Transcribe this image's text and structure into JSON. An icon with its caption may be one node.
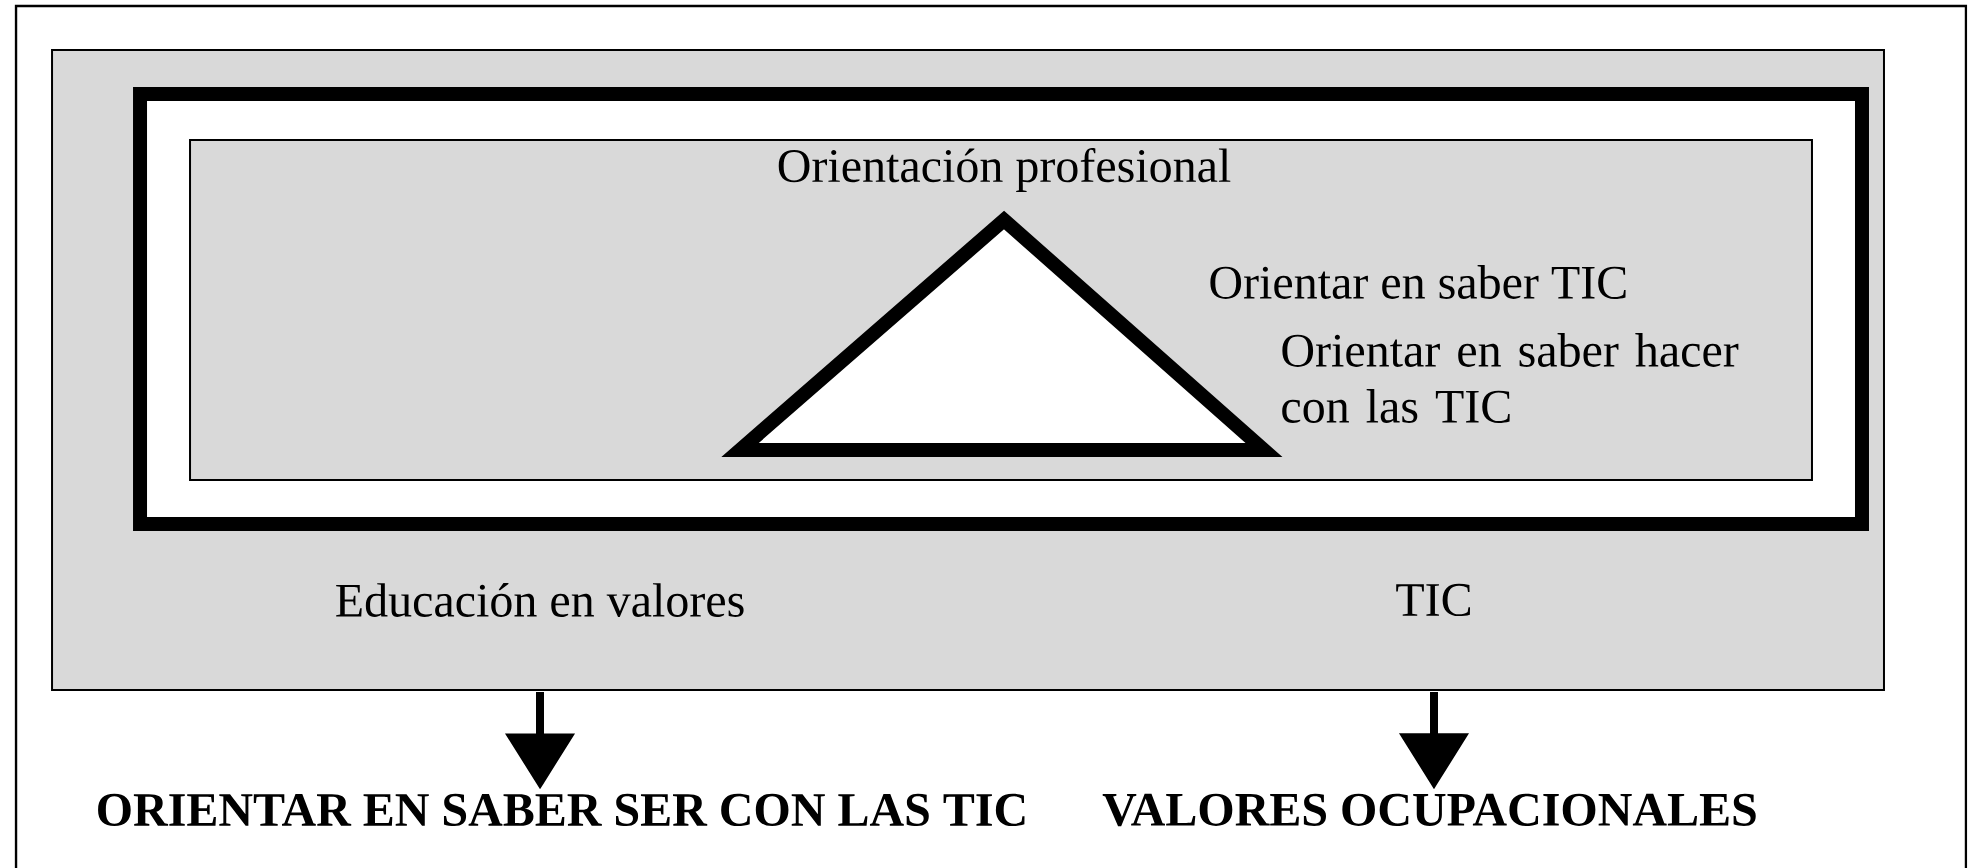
{
  "diagram": {
    "nodes": [
      {
        "text": [],
        "shape": "box"
      },
      {
        "text": [],
        "shape": "box",
        "in": 0
      },
      {
        "text": [],
        "shape": "box",
        "in": 1
      },
      {
        "text": [
          "Orientación profesional"
        ],
        "in": 2,
        "beside": [
          "Orientar en saber TIC",
          "Orientar en saber hacer con las TIC"
        ]
      },
      {
        "text": [
          "Educación en valores"
        ],
        "in": 0
      },
      {
        "text": [
          "TIC"
        ],
        "in": 0
      },
      {
        "text": [
          "ORIENTAR EN SABER SER CON LAS TIC"
        ]
      },
      {
        "text": [
          "VALORES OCUPACIONALES"
        ]
      }
    ],
    "edges": [
      {
        "from": 4,
        "to": 6,
        "arrow": "to"
      },
      {
        "from": 5,
        "to": 7,
        "arrow": "to"
      }
    ]
  }
}
